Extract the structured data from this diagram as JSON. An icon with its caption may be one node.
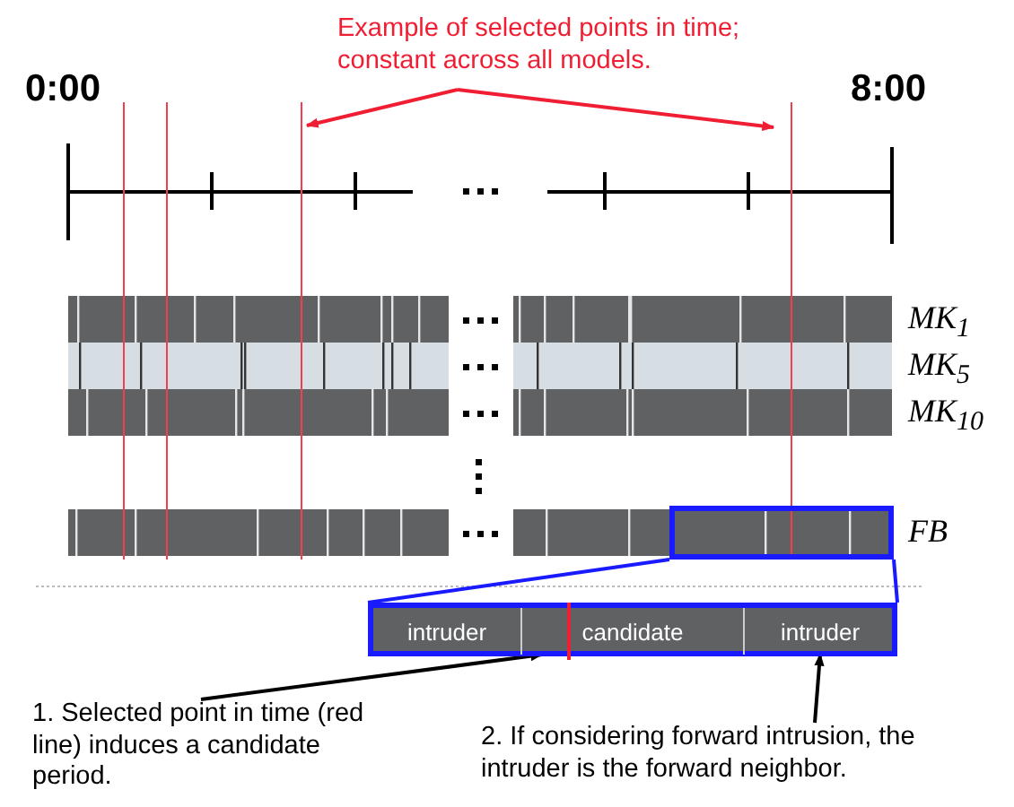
{
  "diagram": {
    "nodes": [
      {
        "text": [
          "Example of selected points in time; constant across all models."
        ]
      },
      {
        "text": [],
        "shape": "box"
      },
      {
        "text": [],
        "shape": "box"
      },
      {
        "text": [
          "intruder"
        ],
        "in": 2
      },
      {
        "text": [
          "candidate"
        ],
        "in": 2
      },
      {
        "text": [
          "intruder"
        ],
        "in": 2
      },
      {
        "text": [
          "1. Selected point in time (red line) induces a candidate period."
        ]
      },
      {
        "text": [
          "2. If considering forward intrusion, the intruder is the forward neighbor."
        ]
      }
    ],
    "edges": [
      {
        "from": 0,
        "to": null,
        "arrow": "to",
        "color": "#f01e32"
      },
      {
        "from": 0,
        "to": null,
        "arrow": "to",
        "color": "#f01e32"
      },
      {
        "from": 1,
        "to": 2,
        "arrow": "none",
        "color": "#1a1aff"
      },
      {
        "from": 1,
        "to": 2,
        "arrow": "none",
        "color": "#1a1aff"
      },
      {
        "from": 6,
        "to": 4,
        "arrow": "to",
        "color": "#000000"
      },
      {
        "from": 7,
        "to": 5,
        "arrow": "to",
        "color": "#000000"
      }
    ],
    "labels": [
      "0:00",
      "8:00",
      "MK$_{1}$",
      "MK$_{5}$",
      "MK$_{10}$",
      "FB"
    ]
  }
}
